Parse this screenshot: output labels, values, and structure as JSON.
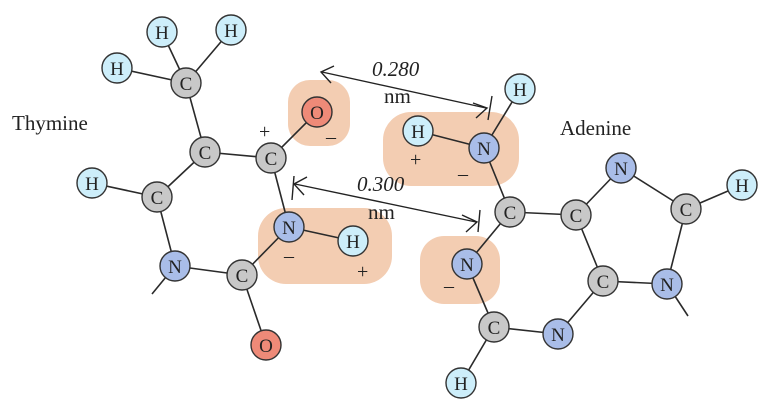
{
  "molecules": {
    "thymine_label": "Thymine",
    "adenine_label": "Adenine"
  },
  "distances": [
    {
      "value": "0.280",
      "unit": "nm"
    },
    {
      "value": "0.300",
      "unit": "nm"
    }
  ],
  "charges": {
    "plus": "+",
    "minus": "–"
  },
  "element_colors": {
    "H": "#cdeefa",
    "C": "#c8c8c8",
    "N": "#a9bde8",
    "O": "#ee8a78"
  },
  "highlight_color": "#f3cdb2",
  "atoms": {
    "t_h1": "H",
    "t_h2": "H",
    "t_h3": "H",
    "t_c_methyl": "C",
    "t_c5": "C",
    "t_c4": "C",
    "t_c6": "C",
    "t_h6": "H",
    "t_n1": "N",
    "t_c2": "C",
    "t_o2": "O",
    "t_o4": "O",
    "t_n3": "N",
    "t_h3n": "H",
    "a_h_top": "H",
    "a_n6": "N",
    "a_h_left": "H",
    "a_c6": "C",
    "a_c5": "C",
    "a_n7": "N",
    "a_c8": "C",
    "a_h8": "H",
    "a_n9": "N",
    "a_c4": "C",
    "a_n3": "N",
    "a_c2": "C",
    "a_h2": "H",
    "a_n1": "N"
  }
}
